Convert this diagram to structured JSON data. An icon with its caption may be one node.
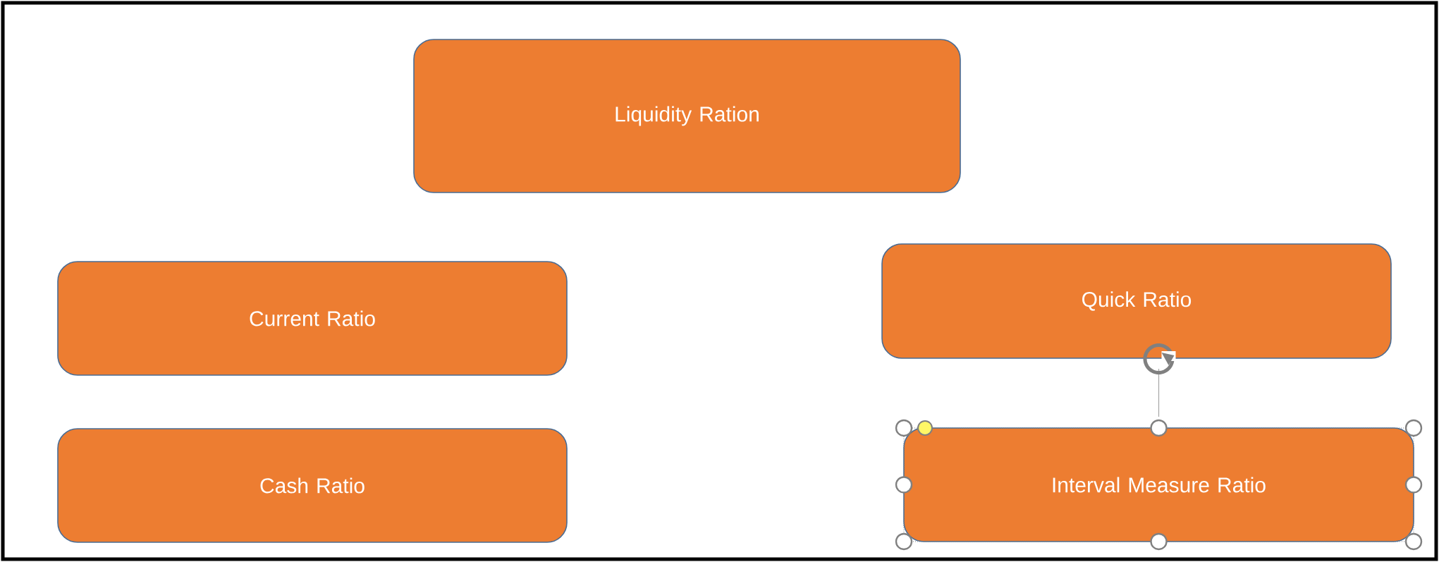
{
  "diagram": {
    "nodes": [
      {
        "text": [
          "Liquidity Ration"
        ]
      },
      {
        "text": [
          "Current Ratio"
        ]
      },
      {
        "text": [
          "Quick Ratio"
        ]
      },
      {
        "text": [
          "Cash Ratio"
        ]
      },
      {
        "text": [
          "Interval Measure Ratio"
        ]
      }
    ]
  }
}
